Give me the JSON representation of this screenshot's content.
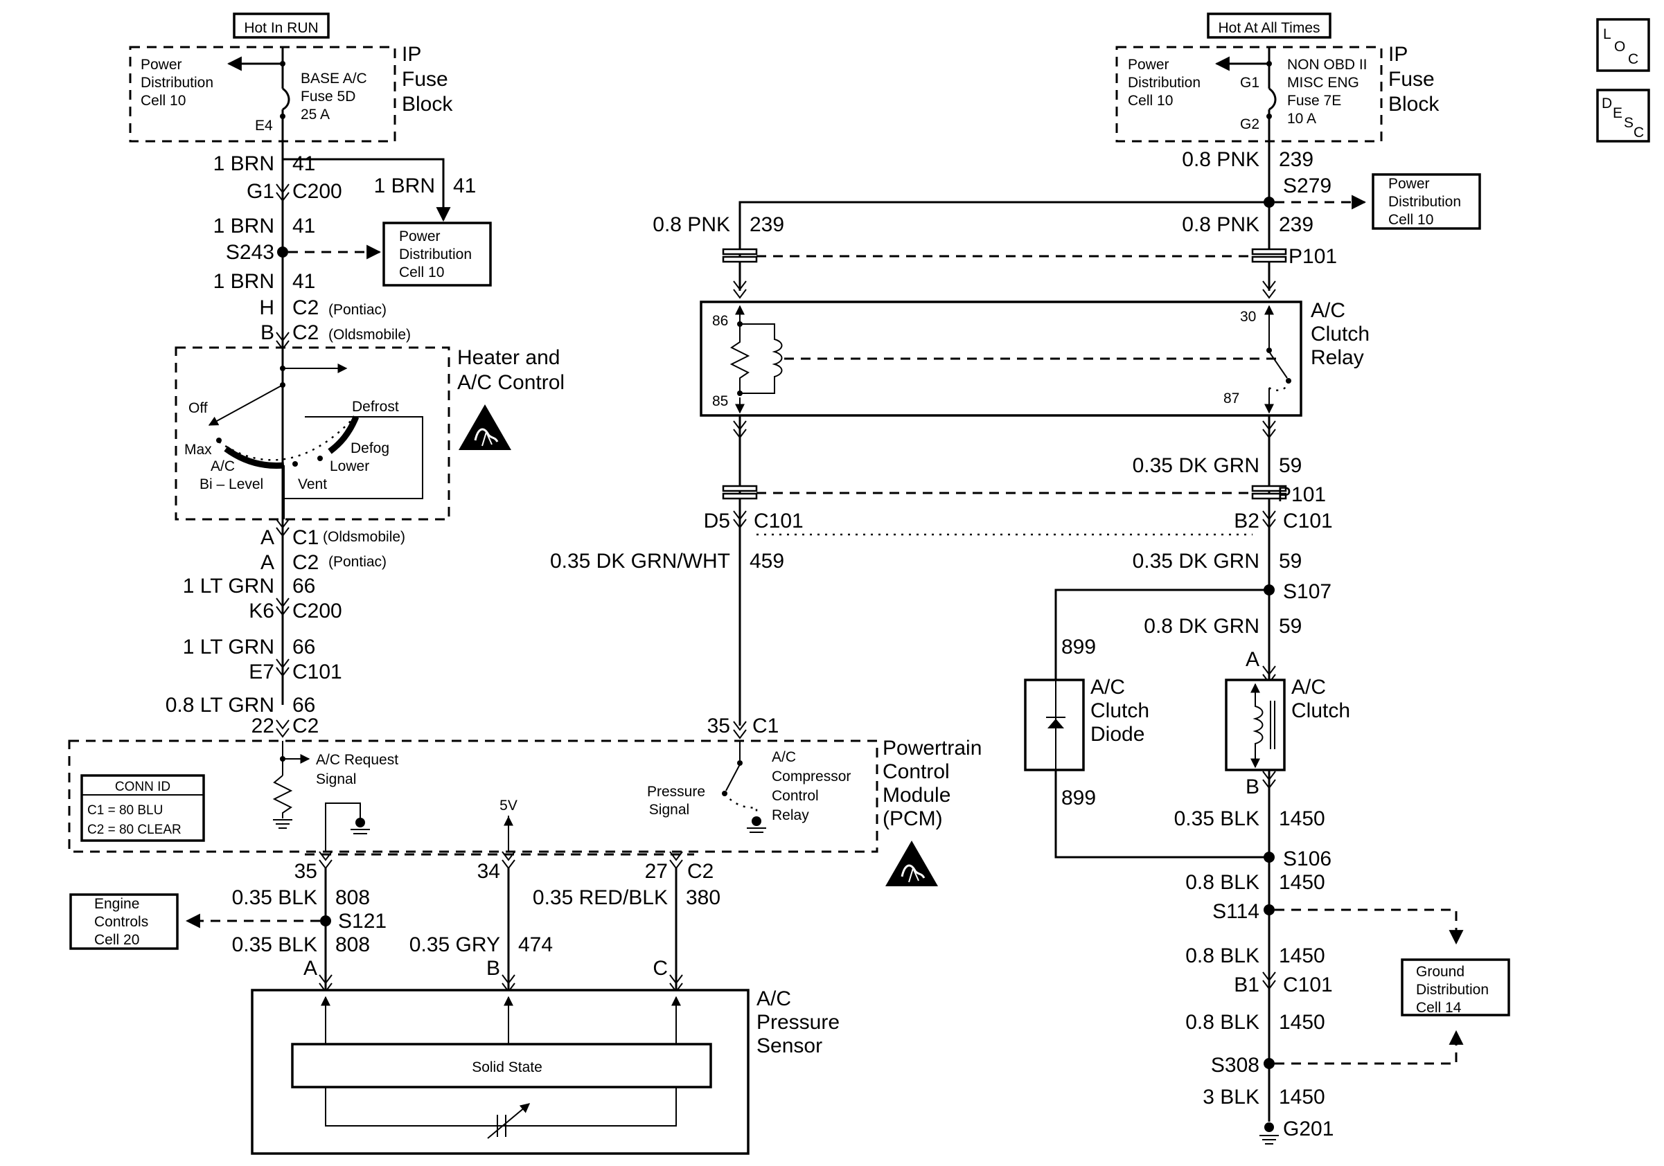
{
  "header": {
    "hot_in_run": "Hot In RUN",
    "hot_at_all_times": "Hot At All Times"
  },
  "icons": {
    "loc": "LOC",
    "desc": "DESC",
    "esd": "esd-warning-triangle"
  },
  "left_fuse": {
    "block": [
      "IP",
      "Fuse",
      "Block"
    ],
    "pd": [
      "Power",
      "Distribution",
      "Cell 10"
    ],
    "fuse": [
      "BASE A/C",
      "Fuse 5D",
      "25 A"
    ],
    "pin": "E4"
  },
  "right_fuse": {
    "block": [
      "IP",
      "Fuse",
      "Block"
    ],
    "pd": [
      "Power",
      "Distribution",
      "Cell 10"
    ],
    "fuse": [
      "NON OBD II",
      "MISC ENG",
      "Fuse 7E",
      "10 A"
    ],
    "pin_in": "G1",
    "pin_out": "G2"
  },
  "left_chain": {
    "w1": [
      "1 BRN",
      "41"
    ],
    "c200": [
      "G1",
      "C200"
    ],
    "branch": [
      "1 BRN",
      "41"
    ],
    "pd_box": [
      "Power",
      "Distribution",
      "Cell 10"
    ],
    "w2": [
      "1 BRN",
      "41"
    ],
    "s243": "S243",
    "w3": [
      "1 BRN",
      "41"
    ],
    "c2p": [
      "H",
      "C2",
      "(Pontiac)"
    ],
    "c2o": [
      "B",
      "C2",
      "(Oldsmobile)"
    ]
  },
  "hvac": {
    "title": [
      "Heater and",
      "A/C Control"
    ],
    "off": "Off",
    "defrost": "Defrost",
    "max": "Max",
    "ac": "A/C",
    "bilevel": "Bi – Level",
    "defog": "Defog",
    "lower": "Lower",
    "vent": "Vent"
  },
  "left_chain2": {
    "c1o": [
      "A",
      "C1",
      "(Oldsmobile)"
    ],
    "c2p": [
      "A",
      "C2",
      "(Pontiac)"
    ],
    "w4": [
      "1 LT GRN",
      "66"
    ],
    "c200": [
      "K6",
      "C200"
    ],
    "w5": [
      "1 LT GRN",
      "66"
    ],
    "c101": [
      "E7",
      "C101"
    ],
    "w6": [
      "0.8 LT GRN",
      "66"
    ],
    "c2": [
      "22",
      "C2"
    ]
  },
  "pcm": {
    "title": [
      "Powertrain",
      "Control",
      "Module",
      "(PCM)"
    ],
    "conn_id": "CONN ID",
    "c1": "C1 = 80 BLU",
    "c2": "C2 = 80 CLEAR",
    "ac_request": [
      "A/C Request",
      "Signal"
    ],
    "five_v": "5V",
    "pressure": [
      "Pressure",
      "Signal"
    ],
    "relay": [
      "A/C",
      "Compressor",
      "Control",
      "Relay"
    ],
    "c1_pin": [
      "35",
      "C1"
    ],
    "pins": [
      "35",
      "34",
      "27",
      "C2"
    ]
  },
  "sensor_wires": {
    "w808a": [
      "0.35 BLK",
      "808"
    ],
    "s121": "S121",
    "ec": [
      "Engine",
      "Controls",
      "Cell 20"
    ],
    "w808b": [
      "0.35 BLK",
      "808"
    ],
    "pinA": "A",
    "w474": [
      "0.35 GRY",
      "474"
    ],
    "pinB": "B",
    "w380": [
      "0.35 RED/BLK",
      "380"
    ],
    "pinC": "C"
  },
  "sensor": {
    "title": [
      "A/C",
      "Pressure",
      "Sensor"
    ],
    "solid": "Solid State"
  },
  "middle": {
    "w239a": [
      "0.8 PNK",
      "239"
    ],
    "w239b": [
      "0.8 PNK",
      "239"
    ],
    "s279": "S279",
    "w239c": [
      "0.8 PNK",
      "239"
    ],
    "p101": "P101",
    "relay": [
      "A/C",
      "Clutch",
      "Relay"
    ],
    "p86": "86",
    "p85": "85",
    "p30": "30",
    "p87": "87",
    "w59a": [
      "0.35 DK GRN",
      "59"
    ],
    "p101b": "P101",
    "d5": [
      "D5",
      "C101"
    ],
    "b2": [
      "B2",
      "C101"
    ],
    "w459": [
      "0.35 DK GRN/WHT",
      "459"
    ],
    "w59b": [
      "0.35 DK GRN",
      "59"
    ],
    "s107": "S107"
  },
  "right_chain": {
    "w899a": "899",
    "w59c": [
      "0.8 DK GRN",
      "59"
    ],
    "pinA": "A",
    "diode": [
      "A/C",
      "Clutch",
      "Diode"
    ],
    "clutch": [
      "A/C",
      "Clutch"
    ],
    "w899b": "899",
    "pinB": "B",
    "w1450a": [
      "0.35 BLK",
      "1450"
    ],
    "s106": "S106",
    "w1450b": [
      "0.8 BLK",
      "1450"
    ],
    "s114": "S114",
    "w1450c": [
      "0.8 BLK",
      "1450"
    ],
    "c101": [
      "B1",
      "C101"
    ],
    "w1450d": [
      "0.8 BLK",
      "1450"
    ],
    "s308": "S308",
    "w1450e": [
      "3 BLK",
      "1450"
    ],
    "g201": "G201",
    "gd": [
      "Ground",
      "Distribution",
      "Cell 14"
    ]
  }
}
